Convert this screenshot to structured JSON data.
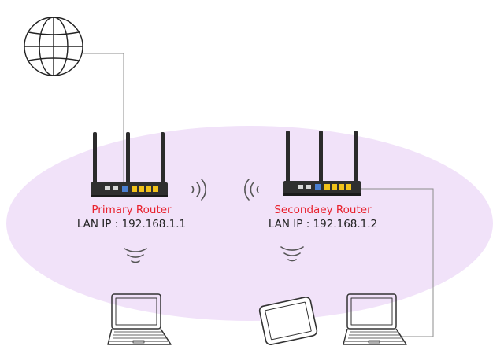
{
  "colors": {
    "wifi_zone": "#f1e2f9",
    "router_name": "#e8212d",
    "device_body": "#2b2b2b",
    "port_yellow": "#f2c21a",
    "port_blue": "#4a7fd1",
    "cable": "#8c8c8c"
  },
  "icons": {
    "internet": "globe-icon",
    "routers": "router-icon",
    "clients": [
      "laptop-icon",
      "tablet-icon",
      "laptop-icon"
    ],
    "signals": "wifi-signal-icon"
  },
  "primary_router": {
    "name": "Primary Router",
    "lan_ip": "LAN IP : 192.168.1.1"
  },
  "secondary_router": {
    "name": "Secondaey Router",
    "lan_ip": "LAN IP : 192.168.1.2"
  }
}
